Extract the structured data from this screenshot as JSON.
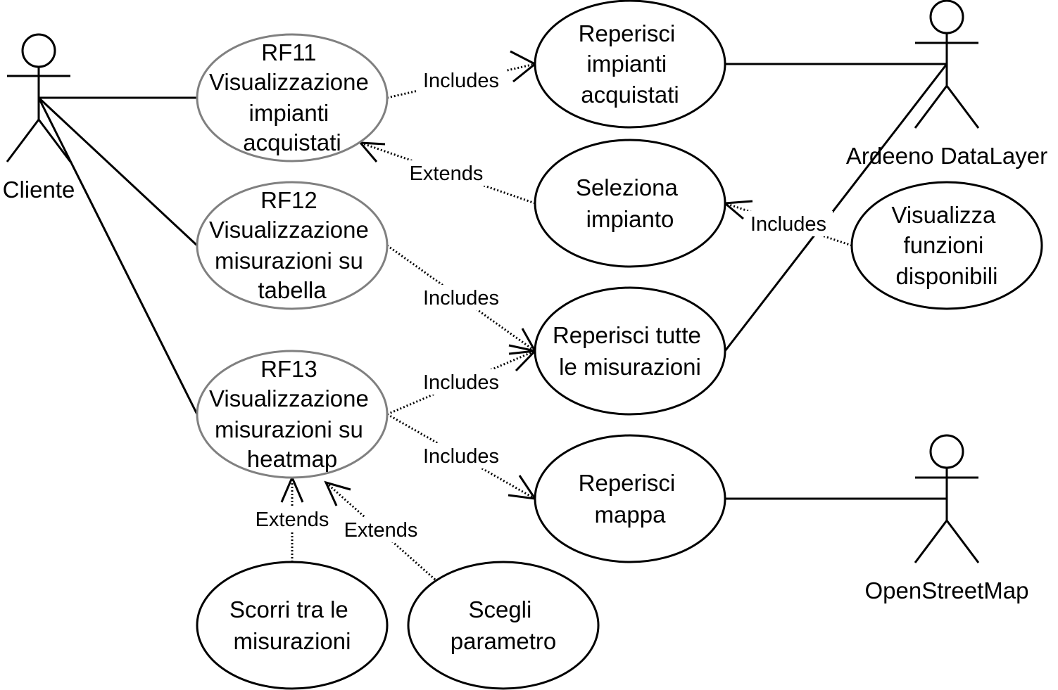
{
  "actors": {
    "cliente": "Cliente",
    "datalayer": "Ardeeno DataLayer",
    "osm": "OpenStreetMap"
  },
  "use_cases": {
    "rf11": [
      "RF11",
      "Visualizzazione",
      "impianti",
      "acquistati"
    ],
    "rf12": [
      "RF12",
      "Visualizzazione",
      "misurazioni su",
      "tabella"
    ],
    "rf13": [
      "RF13",
      "Visualizzazione",
      "misurazioni su",
      "heatmap"
    ],
    "reperisci_impianti": [
      "Reperisci",
      "impianti",
      "acquistati"
    ],
    "seleziona_impianto": [
      "Seleziona",
      "impianto"
    ],
    "visualizza_funzioni": [
      "Visualizza",
      "funzioni",
      "disponibili"
    ],
    "reperisci_misurazioni": [
      "Reperisci tutte",
      "le misurazioni"
    ],
    "reperisci_mappa": [
      "Reperisci",
      "mappa"
    ],
    "scorri": [
      "Scorri tra le",
      "misurazioni"
    ],
    "scegli": [
      "Scegli",
      "parametro"
    ]
  },
  "relations": {
    "rf11_includes": "Includes",
    "seleziona_extends": "Extends",
    "visualizza_includes": "Includes",
    "rf12_includes": "Includes",
    "rf13_includes_misurazioni": "Includes",
    "rf13_includes_mappa": "Includes",
    "scorri_extends": "Extends",
    "scegli_extends": "Extends"
  },
  "colors": {
    "line": "#000000",
    "requirement_outline": "#808080",
    "background": "#ffffff"
  }
}
